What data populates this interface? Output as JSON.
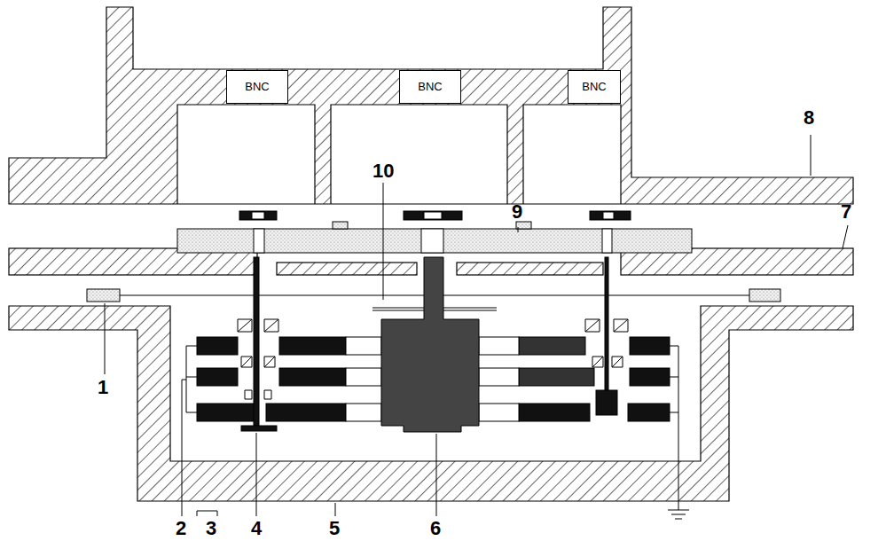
{
  "diagram": {
    "nodes": [
      {
        "text": [
          "BNC"
        ]
      },
      {
        "text": [
          "BNC"
        ]
      },
      {
        "text": [
          "BNC"
        ]
      }
    ],
    "labels": [
      "10",
      "9",
      "8",
      "7",
      "1",
      "2",
      "3",
      "4",
      "5",
      "6"
    ]
  }
}
